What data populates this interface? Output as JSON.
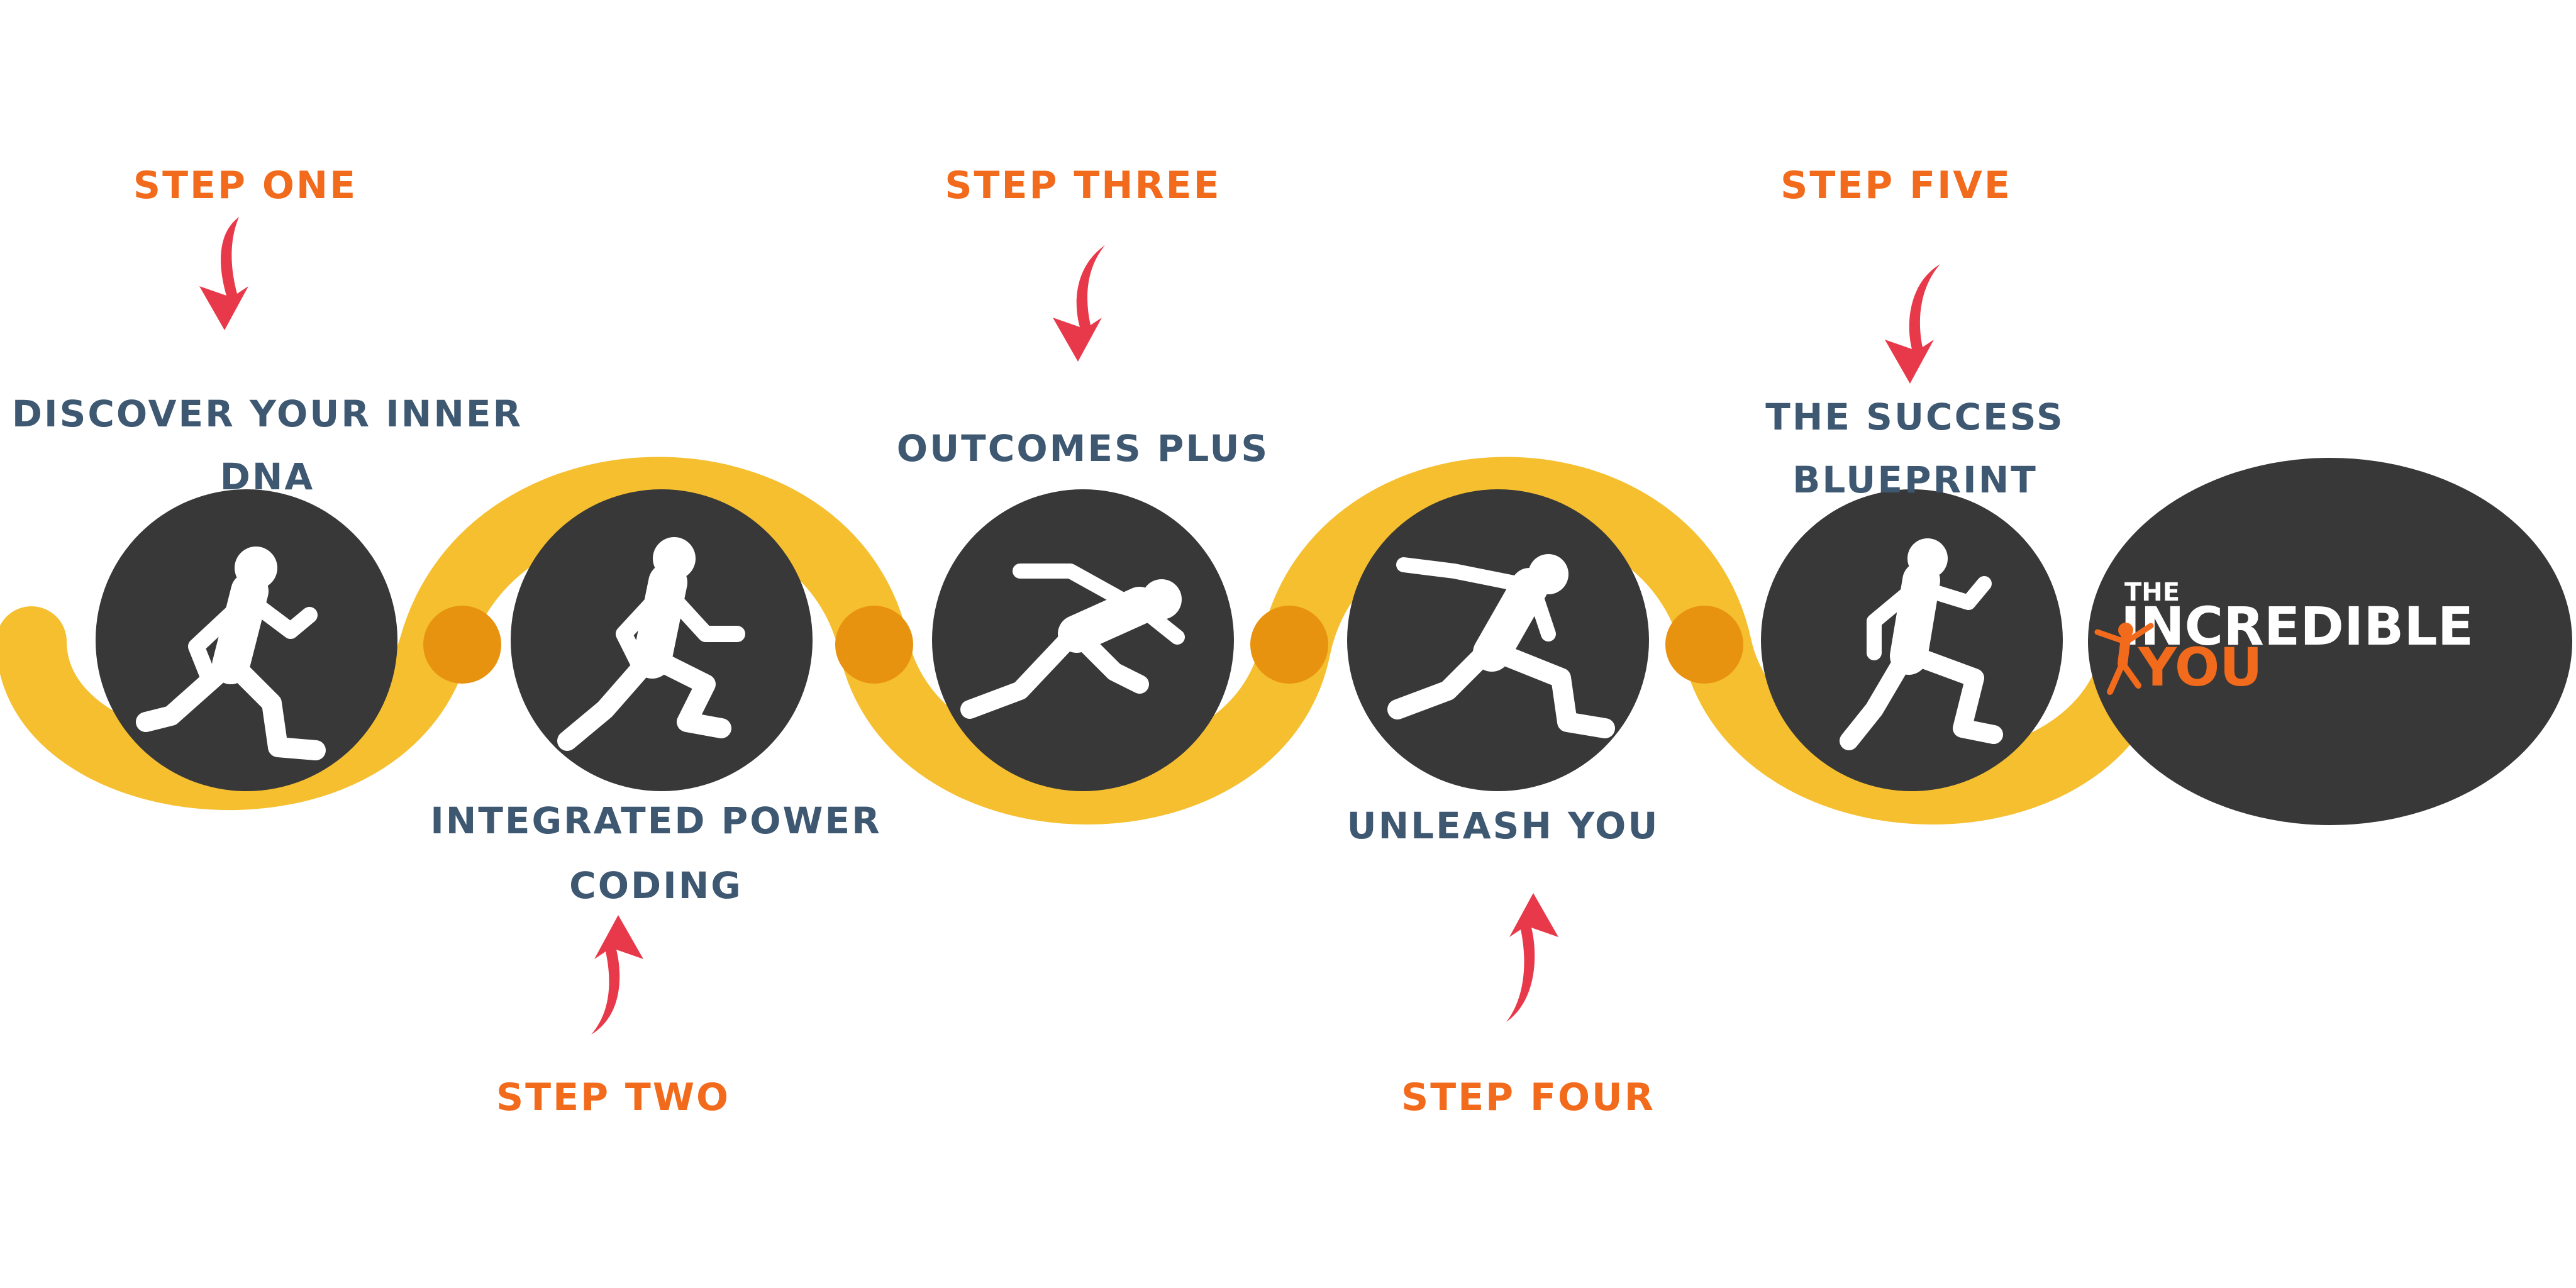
{
  "colors": {
    "step_text": "#f26a1b",
    "title_text": "#3e5872",
    "arrow": "#e8394a",
    "track": "#f5bf30",
    "joint": "#e89310",
    "circle": "#383838",
    "logo_white": "#ffffff",
    "logo_orange": "#f26a1b"
  },
  "steps": [
    {
      "step_label": "STEP ONE",
      "title_lines": [
        "DISCOVER YOUR INNER",
        "DNA"
      ],
      "figure_icon": "running-figure-icon"
    },
    {
      "step_label": "STEP TWO",
      "title_lines": [
        "INTEGRATED POWER",
        "CODING"
      ],
      "figure_icon": "running-figure-icon"
    },
    {
      "step_label": "STEP THREE",
      "title_lines": [
        "OUTCOMES PLUS"
      ],
      "figure_icon": "sprint-start-figure-icon"
    },
    {
      "step_label": "STEP FOUR",
      "title_lines": [
        "UNLEASH YOU"
      ],
      "figure_icon": "lunging-figure-icon"
    },
    {
      "step_label": "STEP FIVE",
      "title_lines": [
        "THE SUCCESS",
        "BLUEPRINT"
      ],
      "figure_icon": "running-figure-icon"
    }
  ],
  "logo": {
    "line1": "THE",
    "line2": "INCREDIBLE",
    "line3": "YOU",
    "icon": "jumping-figure-icon"
  }
}
